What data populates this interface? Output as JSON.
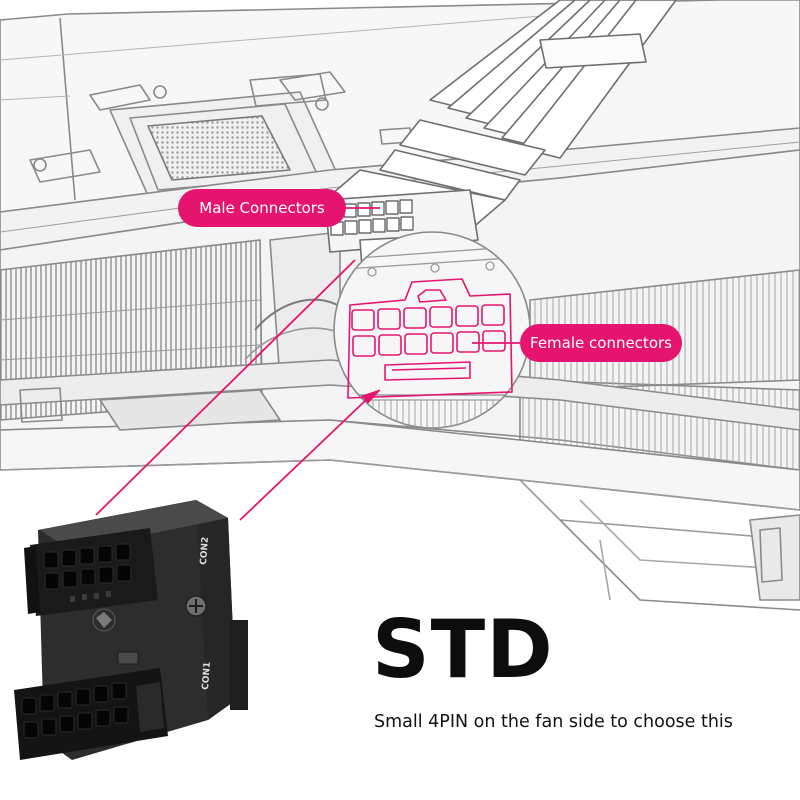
{
  "callouts": {
    "male_label": "Male Connectors",
    "female_label": "Female connectors"
  },
  "headline": "STD",
  "subline": "Small 4PIN on the fan side to choose this",
  "adapter": {
    "port_top_label": "CON2",
    "port_bottom_label": "CON1"
  },
  "colors": {
    "accent": "#e5156f",
    "line_art": "#8a8a8a",
    "adapter_body": "#2d2d2d"
  },
  "icons": [
    "cable-harness-icon",
    "pin-connector-icon",
    "screw-icon"
  ]
}
